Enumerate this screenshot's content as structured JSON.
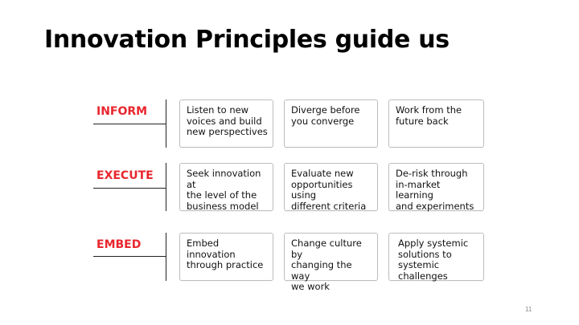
{
  "title": "Innovation Principles guide us",
  "rows": [
    {
      "label": "INFORM",
      "cards": [
        "Listen to new\nvoices and build\nnew perspectives",
        "Diverge before\nyou converge",
        "Work from the\nfuture back"
      ]
    },
    {
      "label": "EXECUTE",
      "cards": [
        "Seek innovation at\nthe level of the\nbusiness model",
        "Evaluate new\nopportunities using\ndifferent criteria",
        "De-risk through\nin-market learning\nand experiments"
      ]
    },
    {
      "label": "EMBED",
      "cards": [
        "Embed innovation\nthrough practice",
        "Change culture by\nchanging the way\nwe work",
        "Apply systemic\nsolutions to\nsystemic\nchallenges"
      ]
    }
  ],
  "page_number": "11",
  "colors": {
    "label_red": "#e8262d",
    "text": "#111111",
    "card_border": "#bdbdbd"
  }
}
